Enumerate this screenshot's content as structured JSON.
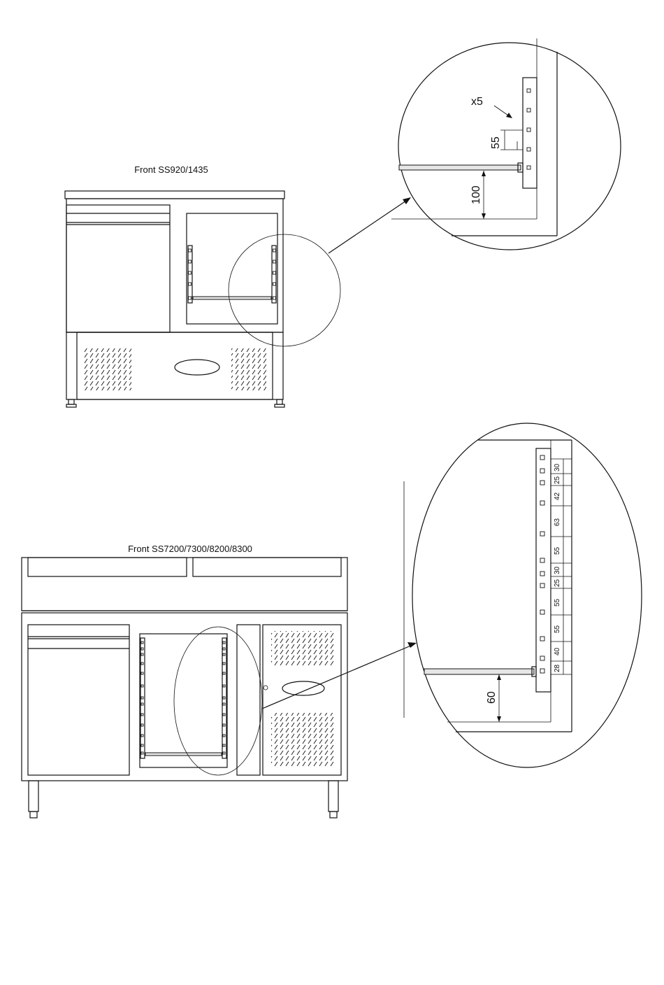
{
  "top": {
    "title": "Front SS920/1435",
    "detail": {
      "quantity": "x5",
      "spacing": "55",
      "bottom": "100"
    }
  },
  "bottom": {
    "title": "Front SS7200/7300/8200/8300",
    "detail": {
      "spacings": [
        "30",
        "25",
        "42",
        "63",
        "55",
        "30",
        "25",
        "55",
        "55",
        "40",
        "28"
      ],
      "bottom": "60"
    }
  }
}
